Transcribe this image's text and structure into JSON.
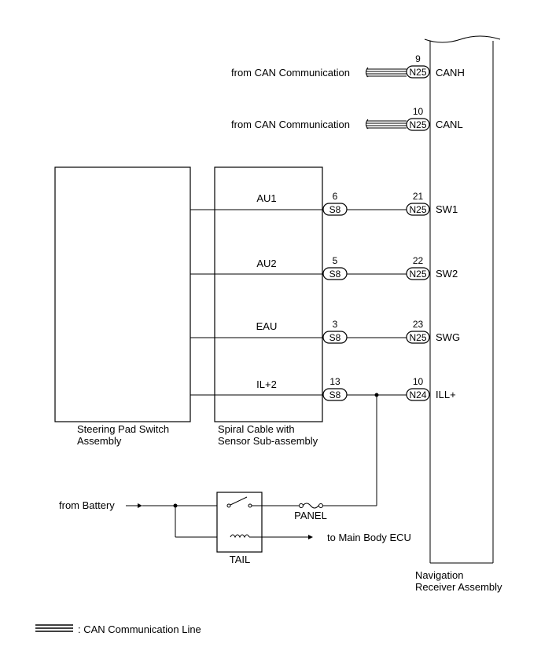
{
  "can_inputs": [
    {
      "from_label": "from CAN Communication",
      "connector": "N25",
      "pin": "9",
      "signal": "CANH"
    },
    {
      "from_label": "from CAN Communication",
      "connector": "N25",
      "pin": "10",
      "signal": "CANL"
    }
  ],
  "circuits": [
    {
      "wire_label": "AU1",
      "s_connector": "S8",
      "s_pin": "6",
      "n_connector": "N25",
      "n_pin": "21",
      "signal": "SW1"
    },
    {
      "wire_label": "AU2",
      "s_connector": "S8",
      "s_pin": "5",
      "n_connector": "N25",
      "n_pin": "22",
      "signal": "SW2"
    },
    {
      "wire_label": "EAU",
      "s_connector": "S8",
      "s_pin": "3",
      "n_connector": "N25",
      "n_pin": "23",
      "signal": "SWG"
    },
    {
      "wire_label": "IL+2",
      "s_connector": "S8",
      "s_pin": "13",
      "n_connector": "N24",
      "n_pin": "10",
      "signal": "ILL+"
    }
  ],
  "components": {
    "steering_pad": [
      "Steering Pad Switch",
      "Assembly"
    ],
    "spiral_cable": [
      "Spiral Cable with",
      "Sensor Sub-assembly"
    ],
    "navigation": [
      "Navigation",
      "Receiver Assembly"
    ]
  },
  "power": {
    "from_battery": "from Battery",
    "fuse": "PANEL",
    "relay": "TAIL",
    "to_ecu": "to Main Body ECU"
  },
  "legend": {
    "label": ": CAN Communication Line"
  }
}
